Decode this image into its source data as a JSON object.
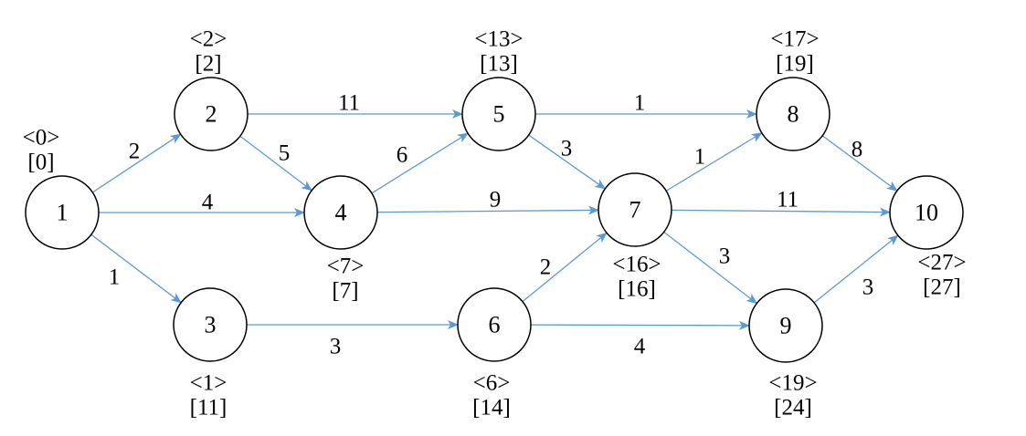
{
  "colors": {
    "edge": "#5b9bd5",
    "node_stroke": "#000000",
    "text": "#000000"
  },
  "nodes": [
    {
      "id": "1",
      "label": "1",
      "early": "<0>",
      "late": "[0]"
    },
    {
      "id": "2",
      "label": "2",
      "early": "<2>",
      "late": "[2]"
    },
    {
      "id": "3",
      "label": "3",
      "early": "<1>",
      "late": "[11]"
    },
    {
      "id": "4",
      "label": "4",
      "early": "<7>",
      "late": "[7]"
    },
    {
      "id": "5",
      "label": "5",
      "early": "<13>",
      "late": "[13]"
    },
    {
      "id": "6",
      "label": "6",
      "early": "<6>",
      "late": "[14]"
    },
    {
      "id": "7",
      "label": "7",
      "early": "<16>",
      "late": "[16]"
    },
    {
      "id": "8",
      "label": "8",
      "early": "<17>",
      "late": "[19]"
    },
    {
      "id": "9",
      "label": "9",
      "early": "<19>",
      "late": "[24]"
    },
    {
      "id": "10",
      "label": "10",
      "early": "<27>",
      "late": "[27]"
    }
  ],
  "edges": [
    {
      "from": "1",
      "to": "2",
      "weight": "2"
    },
    {
      "from": "1",
      "to": "4",
      "weight": "4"
    },
    {
      "from": "1",
      "to": "3",
      "weight": "1"
    },
    {
      "from": "2",
      "to": "5",
      "weight": "11"
    },
    {
      "from": "2",
      "to": "4",
      "weight": "5"
    },
    {
      "from": "4",
      "to": "5",
      "weight": "6"
    },
    {
      "from": "4",
      "to": "7",
      "weight": "9"
    },
    {
      "from": "3",
      "to": "6",
      "weight": "3"
    },
    {
      "from": "5",
      "to": "8",
      "weight": "1"
    },
    {
      "from": "5",
      "to": "7",
      "weight": "3"
    },
    {
      "from": "6",
      "to": "7",
      "weight": "2"
    },
    {
      "from": "6",
      "to": "9",
      "weight": "4"
    },
    {
      "from": "7",
      "to": "8",
      "weight": "1"
    },
    {
      "from": "7",
      "to": "10",
      "weight": "11"
    },
    {
      "from": "7",
      "to": "9",
      "weight": "3"
    },
    {
      "from": "8",
      "to": "10",
      "weight": "8"
    },
    {
      "from": "9",
      "to": "10",
      "weight": "3"
    }
  ]
}
